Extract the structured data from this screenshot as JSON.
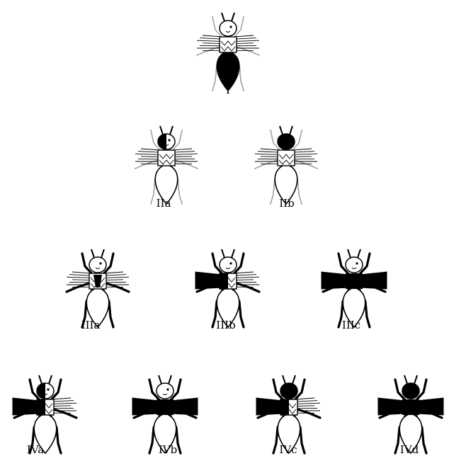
{
  "figure": {
    "specimens": [
      {
        "id": "I",
        "label": "I",
        "head": "open",
        "thorax": "open",
        "wings": "open",
        "abdomen": "filled",
        "legs": "open"
      },
      {
        "id": "IIa",
        "label": "IIa",
        "head": "half",
        "thorax": "open",
        "wings": "open",
        "abdomen": "open",
        "legs": "open"
      },
      {
        "id": "IIb",
        "label": "IIb",
        "head": "filled",
        "thorax": "open",
        "wings": "open",
        "abdomen": "open",
        "legs": "open"
      },
      {
        "id": "IIIa",
        "label": "IIIa",
        "head": "open",
        "thorax": "center",
        "wings": "open",
        "abdomen": "open",
        "legs": "filled"
      },
      {
        "id": "IIIb",
        "label": "IIIb",
        "head": "open",
        "thorax": "left",
        "wings": "left",
        "abdomen": "open",
        "legs": "filled"
      },
      {
        "id": "IIIc",
        "label": "IIIc",
        "head": "open",
        "thorax": "filled",
        "wings": "filled",
        "abdomen": "open",
        "legs": "filled"
      },
      {
        "id": "IVa",
        "label": "IVa",
        "head": "left",
        "thorax": "left",
        "wings": "left",
        "abdomen": "open",
        "legs": "filled"
      },
      {
        "id": "IVb",
        "label": "IVb",
        "head": "open",
        "thorax": "filled",
        "wings": "filled",
        "abdomen": "open",
        "legs": "filled"
      },
      {
        "id": "IVc",
        "label": "IVc",
        "head": "filled",
        "thorax": "left",
        "wings": "left",
        "abdomen": "open",
        "legs": "filled"
      },
      {
        "id": "IVd",
        "label": "IVd",
        "head": "filled",
        "thorax": "filled",
        "wings": "filled",
        "abdomen": "open",
        "legs": "filled"
      }
    ],
    "colors": {
      "ink": "#000000",
      "paper": "#ffffff"
    }
  }
}
